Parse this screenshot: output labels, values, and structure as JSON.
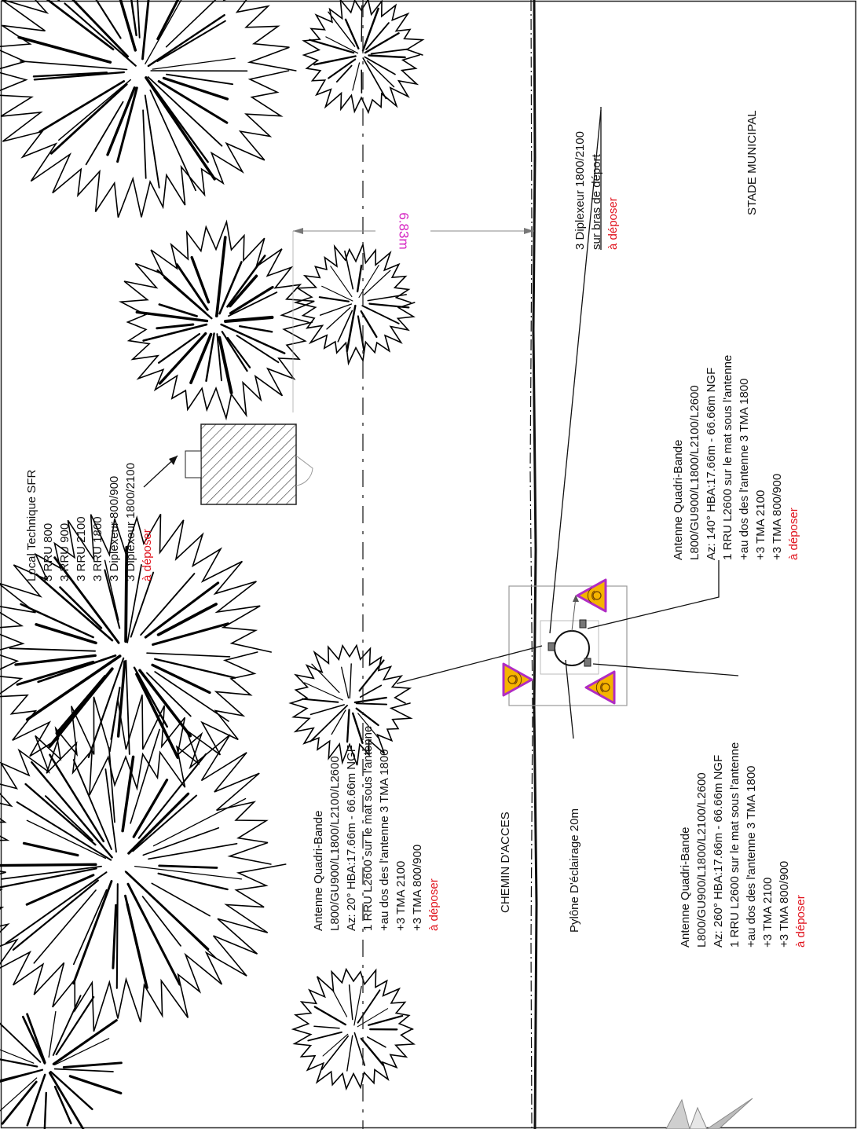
{
  "plan": {
    "local_technique": {
      "lines": [
        "Local Technique SFR",
        "3 RRU 800",
        "3 RRU 900",
        "3 RRU 2100",
        "3 RRU 1800",
        "3 Diplexeur 800/900",
        "3 Diplexeur 1800/2100"
      ],
      "status": "à déposer"
    },
    "diplexeur_note": {
      "lines": [
        "3 Diplexeur 1800/2100",
        "sur bras de déport"
      ],
      "status": "à déposer"
    },
    "stade": "STADE MUNICIPAL",
    "dimension": "6.83m",
    "antenna_140": {
      "lines": [
        "Antenne Quadri-Bande",
        "L800/GU900/L1800/L2100/L2600",
        "Az: 140° HBA:17.66m - 66.66m NGF",
        "1  RRU L2600 sur le mat sous l'antenne",
        "+au dos des l'antenne 3 TMA 1800",
        "+3 TMA 2100",
        "+3 TMA 800/900"
      ],
      "status": "à déposer"
    },
    "antenna_20": {
      "lines": [
        "Antenne Quadri-Bande",
        "L800/GU900/L1800/L2100/L2600",
        "Az: 20° HBA:17.66m - 66.66m NGF",
        "1  RRU L2600 sur le mat sous l'antenne",
        "+au dos des l'antenne 3 TMA 1800",
        "+3 TMA 2100",
        "+3 TMA 800/900"
      ],
      "status": "à déposer"
    },
    "antenna_260": {
      "lines": [
        "Antenne Quadri-Bande",
        "L800/GU900/L1800/L2100/L2600",
        "Az: 260° HBA:17.66m - 66.66m NGF",
        "1  RRU L2600 sur le mat sous l'antenne",
        "+au dos des l'antenne 3 TMA 1800",
        "+3 TMA 2100",
        "+3 TMA 800/900"
      ],
      "status": "à déposer"
    },
    "chemin": "CHEMIN D'ACCES",
    "pylone": "Pylône D'éclairage 20m"
  },
  "colors": {
    "ink": "#111111",
    "removal": "#e0141e",
    "dimension": "#d41fc0",
    "warning_fill": "#f5b400",
    "warning_border": "#b02cc4"
  }
}
